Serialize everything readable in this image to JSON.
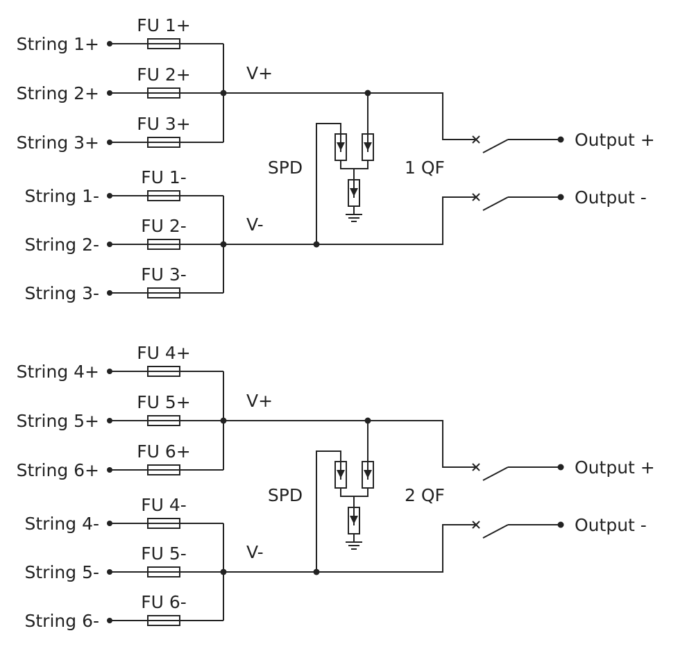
{
  "line_color": "#222222",
  "background_color": "#ffffff",
  "blocks": [
    {
      "strings_pos": [
        "String 1+",
        "String 2+",
        "String 3+"
      ],
      "fuses_pos": [
        "FU 1+",
        "FU 2+",
        "FU 3+"
      ],
      "strings_neg": [
        "String 1-",
        "String 2-",
        "String 3-"
      ],
      "fuses_neg": [
        "FU 1-",
        "FU 2-",
        "FU 3-"
      ],
      "bus_pos": "V+",
      "bus_neg": "V-",
      "spd": "SPD",
      "breaker": "1 QF",
      "output_pos": "Output +",
      "output_neg": "Output -"
    },
    {
      "strings_pos": [
        "String 4+",
        "String 5+",
        "String 6+"
      ],
      "fuses_pos": [
        "FU 4+",
        "FU 5+",
        "FU 6+"
      ],
      "strings_neg": [
        "String 4-",
        "String 5-",
        "String 6-"
      ],
      "fuses_neg": [
        "FU 4-",
        "FU 5-",
        "FU 6-"
      ],
      "bus_pos": "V+",
      "bus_neg": "V-",
      "spd": "SPD",
      "breaker": "2 QF",
      "output_pos": "Output +",
      "output_neg": "Output -"
    }
  ]
}
